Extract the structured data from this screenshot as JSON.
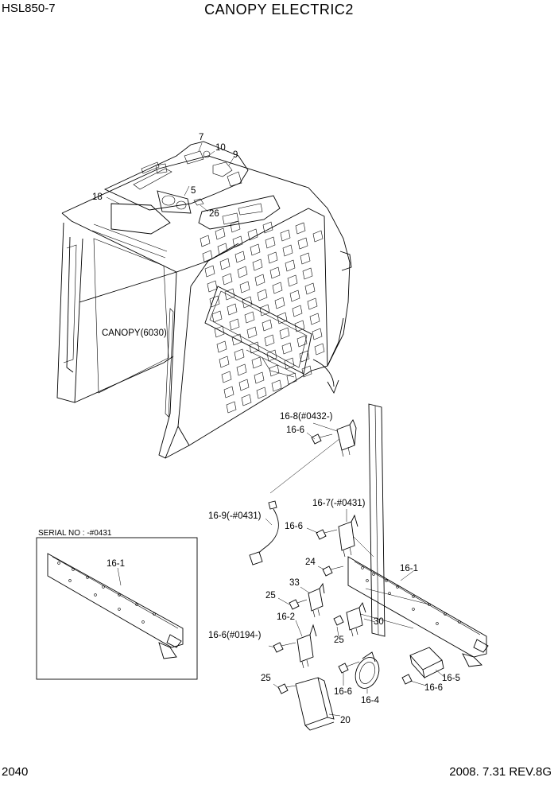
{
  "header": {
    "model": "HSL850-7",
    "title": "CANOPY ELECTRIC2"
  },
  "footer": {
    "page": "2040",
    "date_rev": "2008. 7.31  REV.8G"
  },
  "inset": {
    "serial_label": "SERIAL NO : -#0431",
    "part_label": "16-1"
  },
  "labels": {
    "p7": "7",
    "p10": "10",
    "p9": "9",
    "p18": "18",
    "p5": "5",
    "p26": "26",
    "canopy": "CANOPY(6030)",
    "p16_8": "16-8(#0432-)",
    "p16_6_a": "16-6",
    "p16_7": "16-7(-#0431)",
    "p16_9": "16-9(-#0431)",
    "p16_6_b": "16-6",
    "p24": "24",
    "p16_1": "16-1",
    "p33": "33",
    "p25_a": "25",
    "p16_2": "16-2",
    "p30": "30",
    "p25_b": "25",
    "p16_6_0194": "16-6(#0194-)",
    "p25_c": "25",
    "p16_6_c": "16-6",
    "p16_4": "16-4",
    "p16_5": "16-5",
    "p16_6_d": "16-6",
    "p20": "20"
  }
}
